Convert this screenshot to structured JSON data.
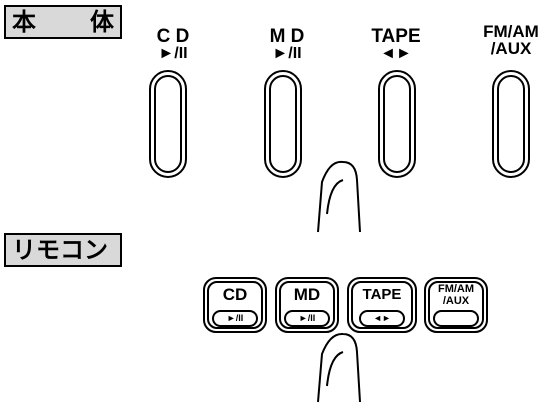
{
  "main_unit": {
    "tag_left": "本",
    "tag_right": "体",
    "buttons": [
      {
        "label": "C D",
        "symbol": "►/II"
      },
      {
        "label": "M D",
        "symbol": "►/II"
      },
      {
        "label": "TAPE",
        "symbol": "◄►"
      },
      {
        "label": "FM/AM",
        "label2": "/AUX",
        "symbol": ""
      }
    ]
  },
  "remote": {
    "tag": "リモコン",
    "buttons": [
      {
        "label": "CD",
        "symbol": "►/II"
      },
      {
        "label": "MD",
        "symbol": "►/II"
      },
      {
        "label": "TAPE",
        "symbol": "◄►"
      },
      {
        "label": "FM/AM",
        "label2": "/AUX",
        "symbol": ""
      }
    ]
  }
}
